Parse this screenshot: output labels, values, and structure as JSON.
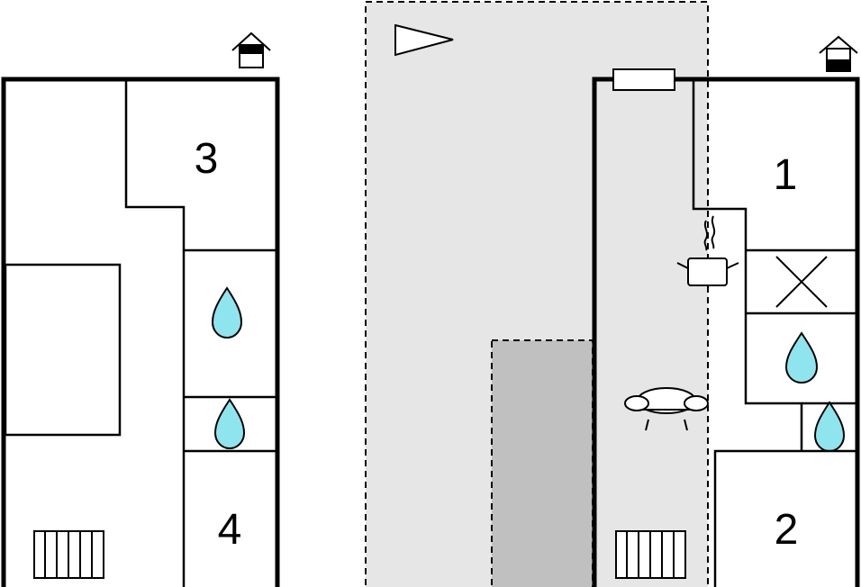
{
  "floorplan": {
    "left_floor": {
      "rooms": [
        {
          "label": "3"
        },
        {
          "label": "4"
        }
      ]
    },
    "right_floor": {
      "rooms": [
        {
          "label": "1"
        },
        {
          "label": "2"
        }
      ]
    }
  },
  "icons": {
    "water": "water-drop-icon",
    "stairs": "stairs-icon",
    "house": "house-floor-icon",
    "kitchen": "cooking-pot-icon",
    "sofa": "sofa-icon",
    "balcony": "balcony-x-icon",
    "north": "direction-arrow-icon"
  },
  "colors": {
    "outdoor_area": "#e6e6e6",
    "terrace_area": "#c0c0c0",
    "water": "#8fe5ee",
    "wall": "#000000",
    "background": "#ffffff"
  }
}
